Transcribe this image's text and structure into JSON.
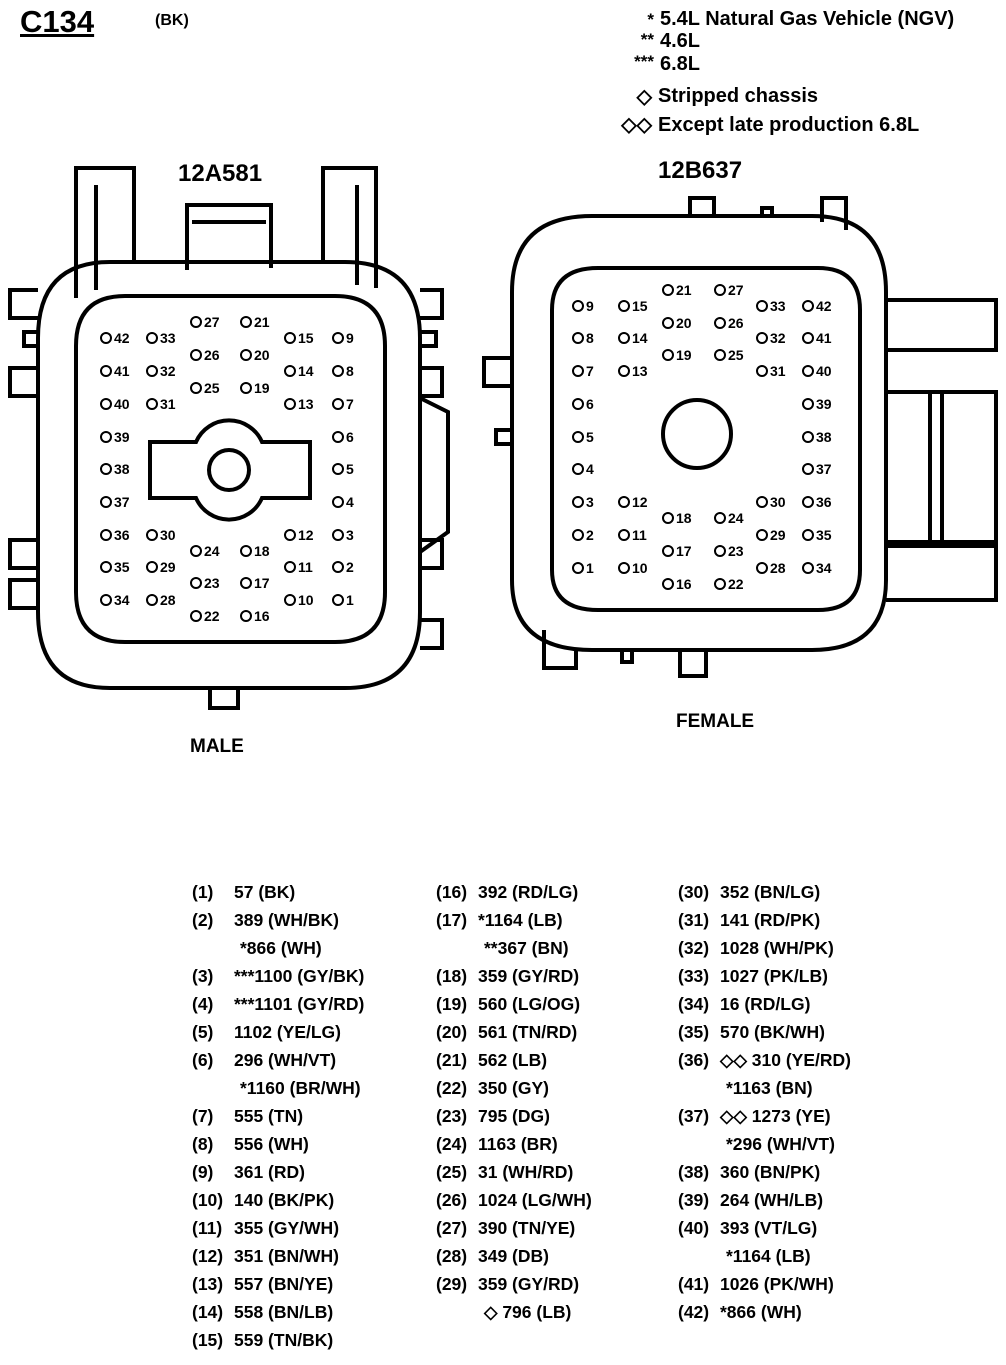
{
  "header": {
    "connector_id": "C134",
    "connector_color": "(BK)"
  },
  "legend": [
    {
      "symbol": "*",
      "text": "5.4L Natural Gas Vehicle (NGV)"
    },
    {
      "symbol": "**",
      "text": "4.6L"
    },
    {
      "symbol": "***",
      "text": "6.8L"
    },
    {
      "symbol": "◇",
      "text": "Stripped chassis"
    },
    {
      "symbol": "◇◇",
      "text": "Except late production 6.8L"
    }
  ],
  "connectors": {
    "male": {
      "part_number": "12A581",
      "label": "MALE"
    },
    "female": {
      "part_number": "12B637",
      "label": "FEMALE"
    }
  },
  "pins": [
    "1",
    "2",
    "3",
    "4",
    "5",
    "6",
    "7",
    "8",
    "9",
    "10",
    "11",
    "12",
    "13",
    "14",
    "15",
    "16",
    "17",
    "18",
    "19",
    "20",
    "21",
    "22",
    "23",
    "24",
    "25",
    "26",
    "27",
    "28",
    "29",
    "30",
    "31",
    "32",
    "33",
    "34",
    "35",
    "36",
    "37",
    "38",
    "39",
    "40",
    "41",
    "42"
  ],
  "wire_table": {
    "column1": [
      {
        "pin": "(1)",
        "value": "57 (BK)"
      },
      {
        "pin": "(2)",
        "value": "389 (WH/BK)"
      },
      {
        "pin": "",
        "value": "*866 (WH)"
      },
      {
        "pin": "(3)",
        "value": "***1100 (GY/BK)"
      },
      {
        "pin": "(4)",
        "value": "***1101 (GY/RD)"
      },
      {
        "pin": "(5)",
        "value": "1102 (YE/LG)"
      },
      {
        "pin": "(6)",
        "value": "296 (WH/VT)"
      },
      {
        "pin": "",
        "value": "*1160 (BR/WH)"
      },
      {
        "pin": "(7)",
        "value": "555 (TN)"
      },
      {
        "pin": "(8)",
        "value": "556 (WH)"
      },
      {
        "pin": "(9)",
        "value": "361 (RD)"
      },
      {
        "pin": "(10)",
        "value": "140 (BK/PK)"
      },
      {
        "pin": "(11)",
        "value": "355 (GY/WH)"
      },
      {
        "pin": "(12)",
        "value": "351 (BN/WH)"
      },
      {
        "pin": "(13)",
        "value": "557 (BN/YE)"
      },
      {
        "pin": "(14)",
        "value": "558 (BN/LB)"
      },
      {
        "pin": "(15)",
        "value": "559 (TN/BK)"
      }
    ],
    "column2": [
      {
        "pin": "(16)",
        "value": "392 (RD/LG)"
      },
      {
        "pin": "(17)",
        "value": "*1164 (LB)"
      },
      {
        "pin": "",
        "value": "**367 (BN)"
      },
      {
        "pin": "(18)",
        "value": "359 (GY/RD)"
      },
      {
        "pin": "(19)",
        "value": "560 (LG/OG)"
      },
      {
        "pin": "(20)",
        "value": "561 (TN/RD)"
      },
      {
        "pin": "(21)",
        "value": "562 (LB)"
      },
      {
        "pin": "(22)",
        "value": "350 (GY)"
      },
      {
        "pin": "(23)",
        "value": "795 (DG)"
      },
      {
        "pin": "(24)",
        "value": "1163 (BR)"
      },
      {
        "pin": "(25)",
        "value": "31 (WH/RD)"
      },
      {
        "pin": "(26)",
        "value": "1024 (LG/WH)"
      },
      {
        "pin": "(27)",
        "value": "390 (TN/YE)"
      },
      {
        "pin": "(28)",
        "value": "349 (DB)"
      },
      {
        "pin": "(29)",
        "value": "359 (GY/RD)"
      },
      {
        "pin": "",
        "value": "◇ 796 (LB)"
      }
    ],
    "column3": [
      {
        "pin": "(30)",
        "value": "352 (BN/LG)"
      },
      {
        "pin": "(31)",
        "value": "141 (RD/PK)"
      },
      {
        "pin": "(32)",
        "value": "1028 (WH/PK)"
      },
      {
        "pin": "(33)",
        "value": "1027 (PK/LB)"
      },
      {
        "pin": "(34)",
        "value": "16 (RD/LG)"
      },
      {
        "pin": "(35)",
        "value": "570 (BK/WH)"
      },
      {
        "pin": "(36)",
        "value": "◇◇ 310 (YE/RD)"
      },
      {
        "pin": "",
        "value": "*1163 (BN)"
      },
      {
        "pin": "(37)",
        "value": "◇◇ 1273 (YE)"
      },
      {
        "pin": "",
        "value": "*296 (WH/VT)"
      },
      {
        "pin": "(38)",
        "value": "360 (BN/PK)"
      },
      {
        "pin": "(39)",
        "value": "264 (WH/LB)"
      },
      {
        "pin": "(40)",
        "value": "393 (VT/LG)"
      },
      {
        "pin": "",
        "value": "*1164 (LB)"
      },
      {
        "pin": "(41)",
        "value": "1026 (PK/WH)"
      },
      {
        "pin": "(42)",
        "value": "*866 (WH)"
      }
    ]
  }
}
